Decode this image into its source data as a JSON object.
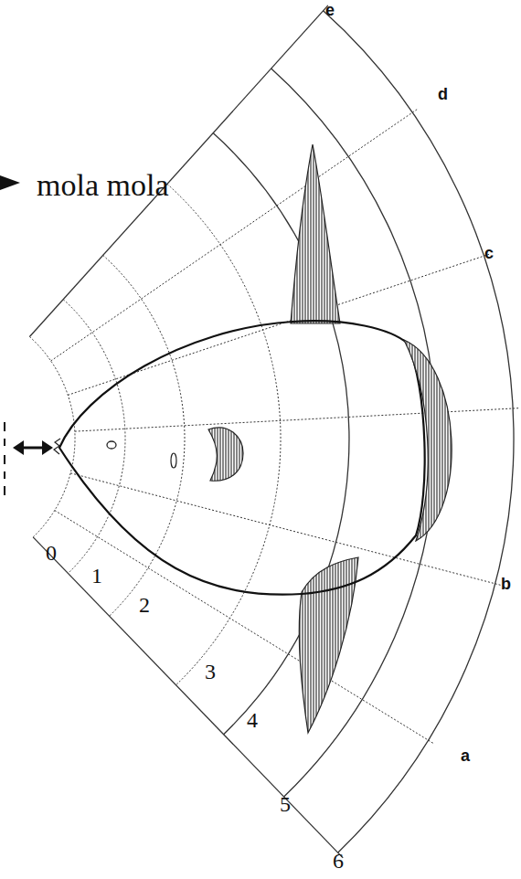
{
  "diagram": {
    "labels": [
      "mola mola",
      "0",
      "1",
      "2",
      "3",
      "4",
      "5",
      "6",
      "e",
      "d",
      "c",
      "b",
      "a"
    ]
  }
}
